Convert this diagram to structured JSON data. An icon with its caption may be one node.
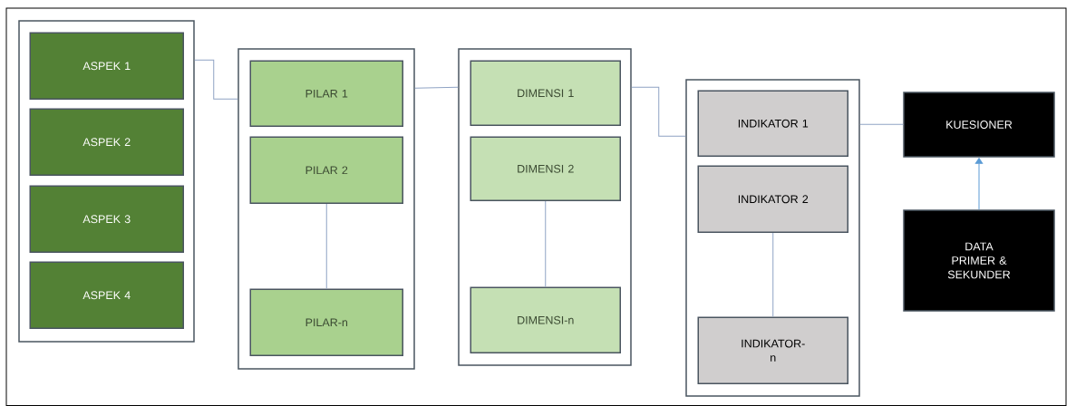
{
  "diagram": {
    "nodes": [
      {
        "text": [],
        "shape": "box"
      },
      {
        "text": [
          "ASPEK 1"
        ],
        "in": 0
      },
      {
        "text": [
          "ASPEK 2"
        ],
        "in": 0
      },
      {
        "text": [
          "ASPEK 3"
        ],
        "in": 0
      },
      {
        "text": [
          "ASPEK 4"
        ],
        "in": 0
      },
      {
        "text": [],
        "shape": "box"
      },
      {
        "text": [
          "PILAR 1"
        ],
        "in": 5
      },
      {
        "text": [
          "PILAR 2"
        ],
        "in": 5
      },
      {
        "text": [
          "PILAR-n"
        ],
        "in": 5
      },
      {
        "text": [],
        "shape": "box"
      },
      {
        "text": [
          "DIMENSI 1"
        ],
        "in": 9
      },
      {
        "text": [
          "DIMENSI 2"
        ],
        "in": 9
      },
      {
        "text": [
          "DIMENSI-n"
        ],
        "in": 9
      },
      {
        "text": [],
        "shape": "box"
      },
      {
        "text": [
          "INDIKATOR 1"
        ],
        "in": 13
      },
      {
        "text": [
          "INDIKATOR 2"
        ],
        "in": 13
      },
      {
        "text": [
          "INDIKATOR-n"
        ],
        "in": 13
      },
      {
        "text": [
          "KUESIONER"
        ]
      },
      {
        "text": [
          "DATA PRIMER & SEKUNDER"
        ]
      }
    ],
    "edges": [
      {
        "from": 0,
        "to": 5,
        "arrow": "none"
      },
      {
        "from": 5,
        "to": 9,
        "arrow": "none"
      },
      {
        "from": 9,
        "to": 13,
        "arrow": "none"
      },
      {
        "from": 13,
        "to": 17,
        "arrow": "none"
      },
      {
        "from": 7,
        "to": 8,
        "arrow": "none"
      },
      {
        "from": 11,
        "to": 12,
        "arrow": "none"
      },
      {
        "from": 15,
        "to": 16,
        "arrow": "none"
      },
      {
        "from": 18,
        "to": 17,
        "arrow": "to",
        "color": "#5b9bd5"
      }
    ]
  }
}
